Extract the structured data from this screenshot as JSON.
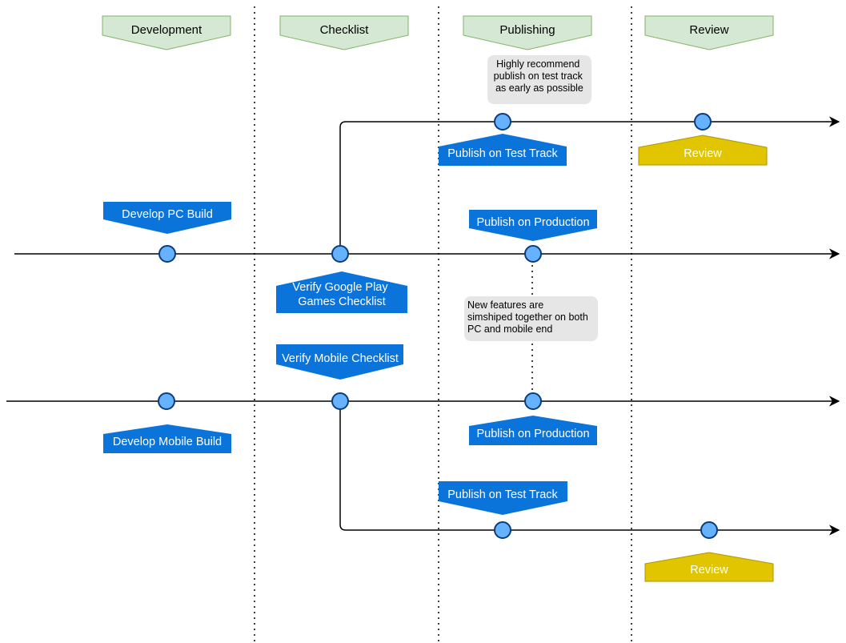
{
  "phases": {
    "development": "Development",
    "checklist": "Checklist",
    "publishing": "Publishing",
    "review": "Review"
  },
  "notes": {
    "test_track": [
      "Highly recommend",
      "publish on test track",
      "as early as possible"
    ],
    "simship": [
      "New features are",
      "simshiped together on both",
      "PC and mobile end"
    ]
  },
  "labels": {
    "develop_pc": "Develop PC Build",
    "verify_google_play": [
      "Verify Google Play",
      "Games Checklist"
    ],
    "publish_test_track_pc": "Publish on Test Track",
    "review_pc": "Review",
    "publish_production_pc": "Publish on Production",
    "verify_mobile": "Verify Mobile Checklist",
    "develop_mobile": "Develop Mobile Build",
    "publish_production_mobile": "Publish on Production",
    "publish_test_track_mobile": "Publish on Test Track",
    "review_mobile": "Review"
  },
  "colors": {
    "phase_fill": "#d5e8d4",
    "phase_stroke": "#82b366",
    "action_fill": "#0a74da",
    "review_fill": "#e1c500",
    "review_stroke": "#b09500",
    "node_fill": "#66b2ff",
    "node_stroke": "#0a3d7a",
    "note_fill": "#e6e6e6",
    "line": "#000000"
  }
}
